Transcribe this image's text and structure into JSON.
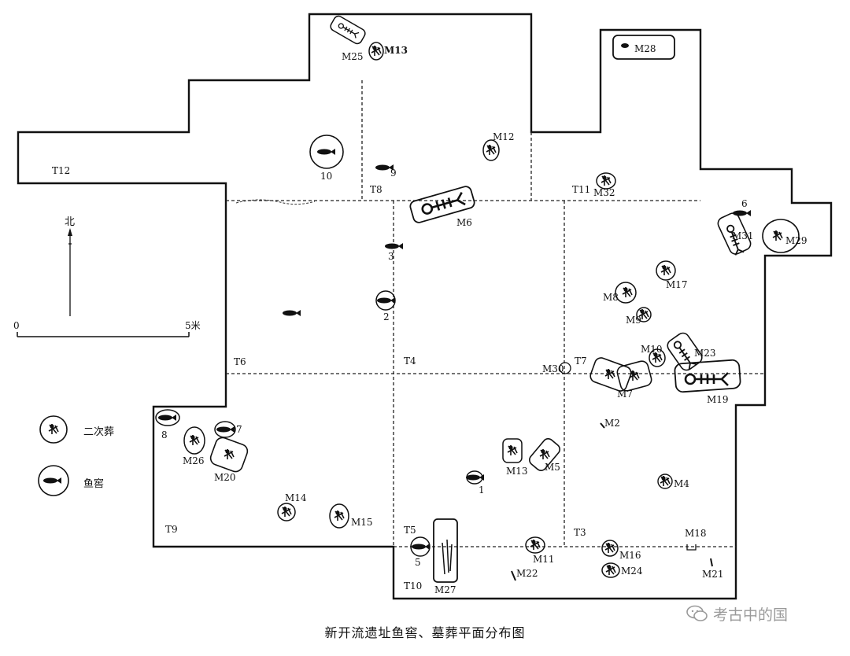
{
  "caption": "新开流遗址鱼窖、墓葬平面分布图",
  "watermark": "考古中的国",
  "north_label": "北",
  "scale": {
    "start": "0",
    "end": "5米"
  },
  "legend": {
    "secondary_burial": "二次葬",
    "fish_cellar": "鱼窖"
  },
  "trenches": [
    "T12",
    "T8",
    "T11",
    "T6",
    "T4",
    "T7",
    "T9",
    "T5",
    "T10",
    "T3"
  ],
  "burials": [
    "M25",
    "M13",
    "M28",
    "M12",
    "M32",
    "M6",
    "M31",
    "M29",
    "M17",
    "M8",
    "M9",
    "M10",
    "M23",
    "M30",
    "M7",
    "M19",
    "M2",
    "M26",
    "M20",
    "M13",
    "M5",
    "M4",
    "M14",
    "M15",
    "M18",
    "M11",
    "M16",
    "M24",
    "M22",
    "M21",
    "M27"
  ],
  "fish_cellars": [
    "10",
    "9",
    "6",
    "3",
    "2",
    "7",
    "8",
    "1",
    "5"
  ]
}
